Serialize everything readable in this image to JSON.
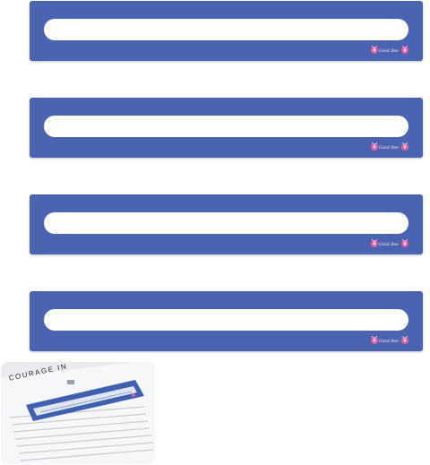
{
  "colors": {
    "guide_blue": "#4a64b2",
    "slot_white": "#ffffff",
    "logo_pink": "#e85aa2",
    "logo_text": "#f6e3f0"
  },
  "guides": [
    {
      "logo_text": "Good Bee",
      "icon": "bee-flower-icon"
    },
    {
      "logo_text": "Good Bee",
      "icon": "bee-flower-icon"
    },
    {
      "logo_text": "Good Bee",
      "icon": "bee-flower-icon"
    },
    {
      "logo_text": "Good Bee",
      "icon": "bee-flower-icon"
    }
  ],
  "preview": {
    "title": "COURAGE IN"
  }
}
